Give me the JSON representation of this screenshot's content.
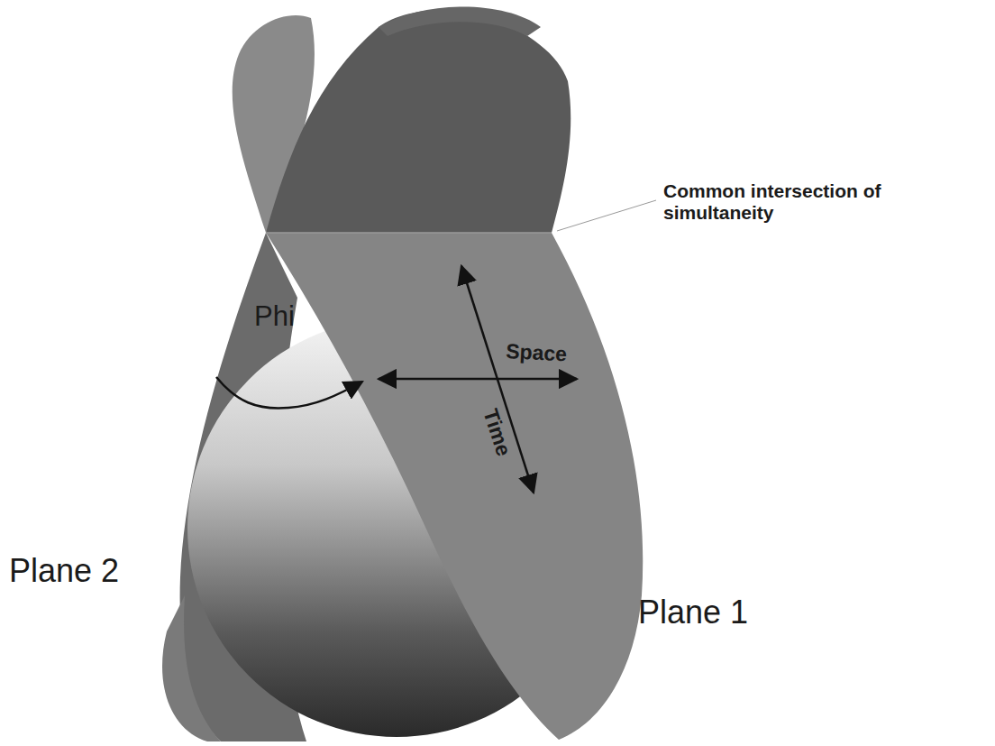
{
  "diagram": {
    "labels": [
      "Common intersection of simultaneity",
      "Space",
      "Time",
      "Phi",
      "Plane 2",
      "Plane 1"
    ]
  }
}
